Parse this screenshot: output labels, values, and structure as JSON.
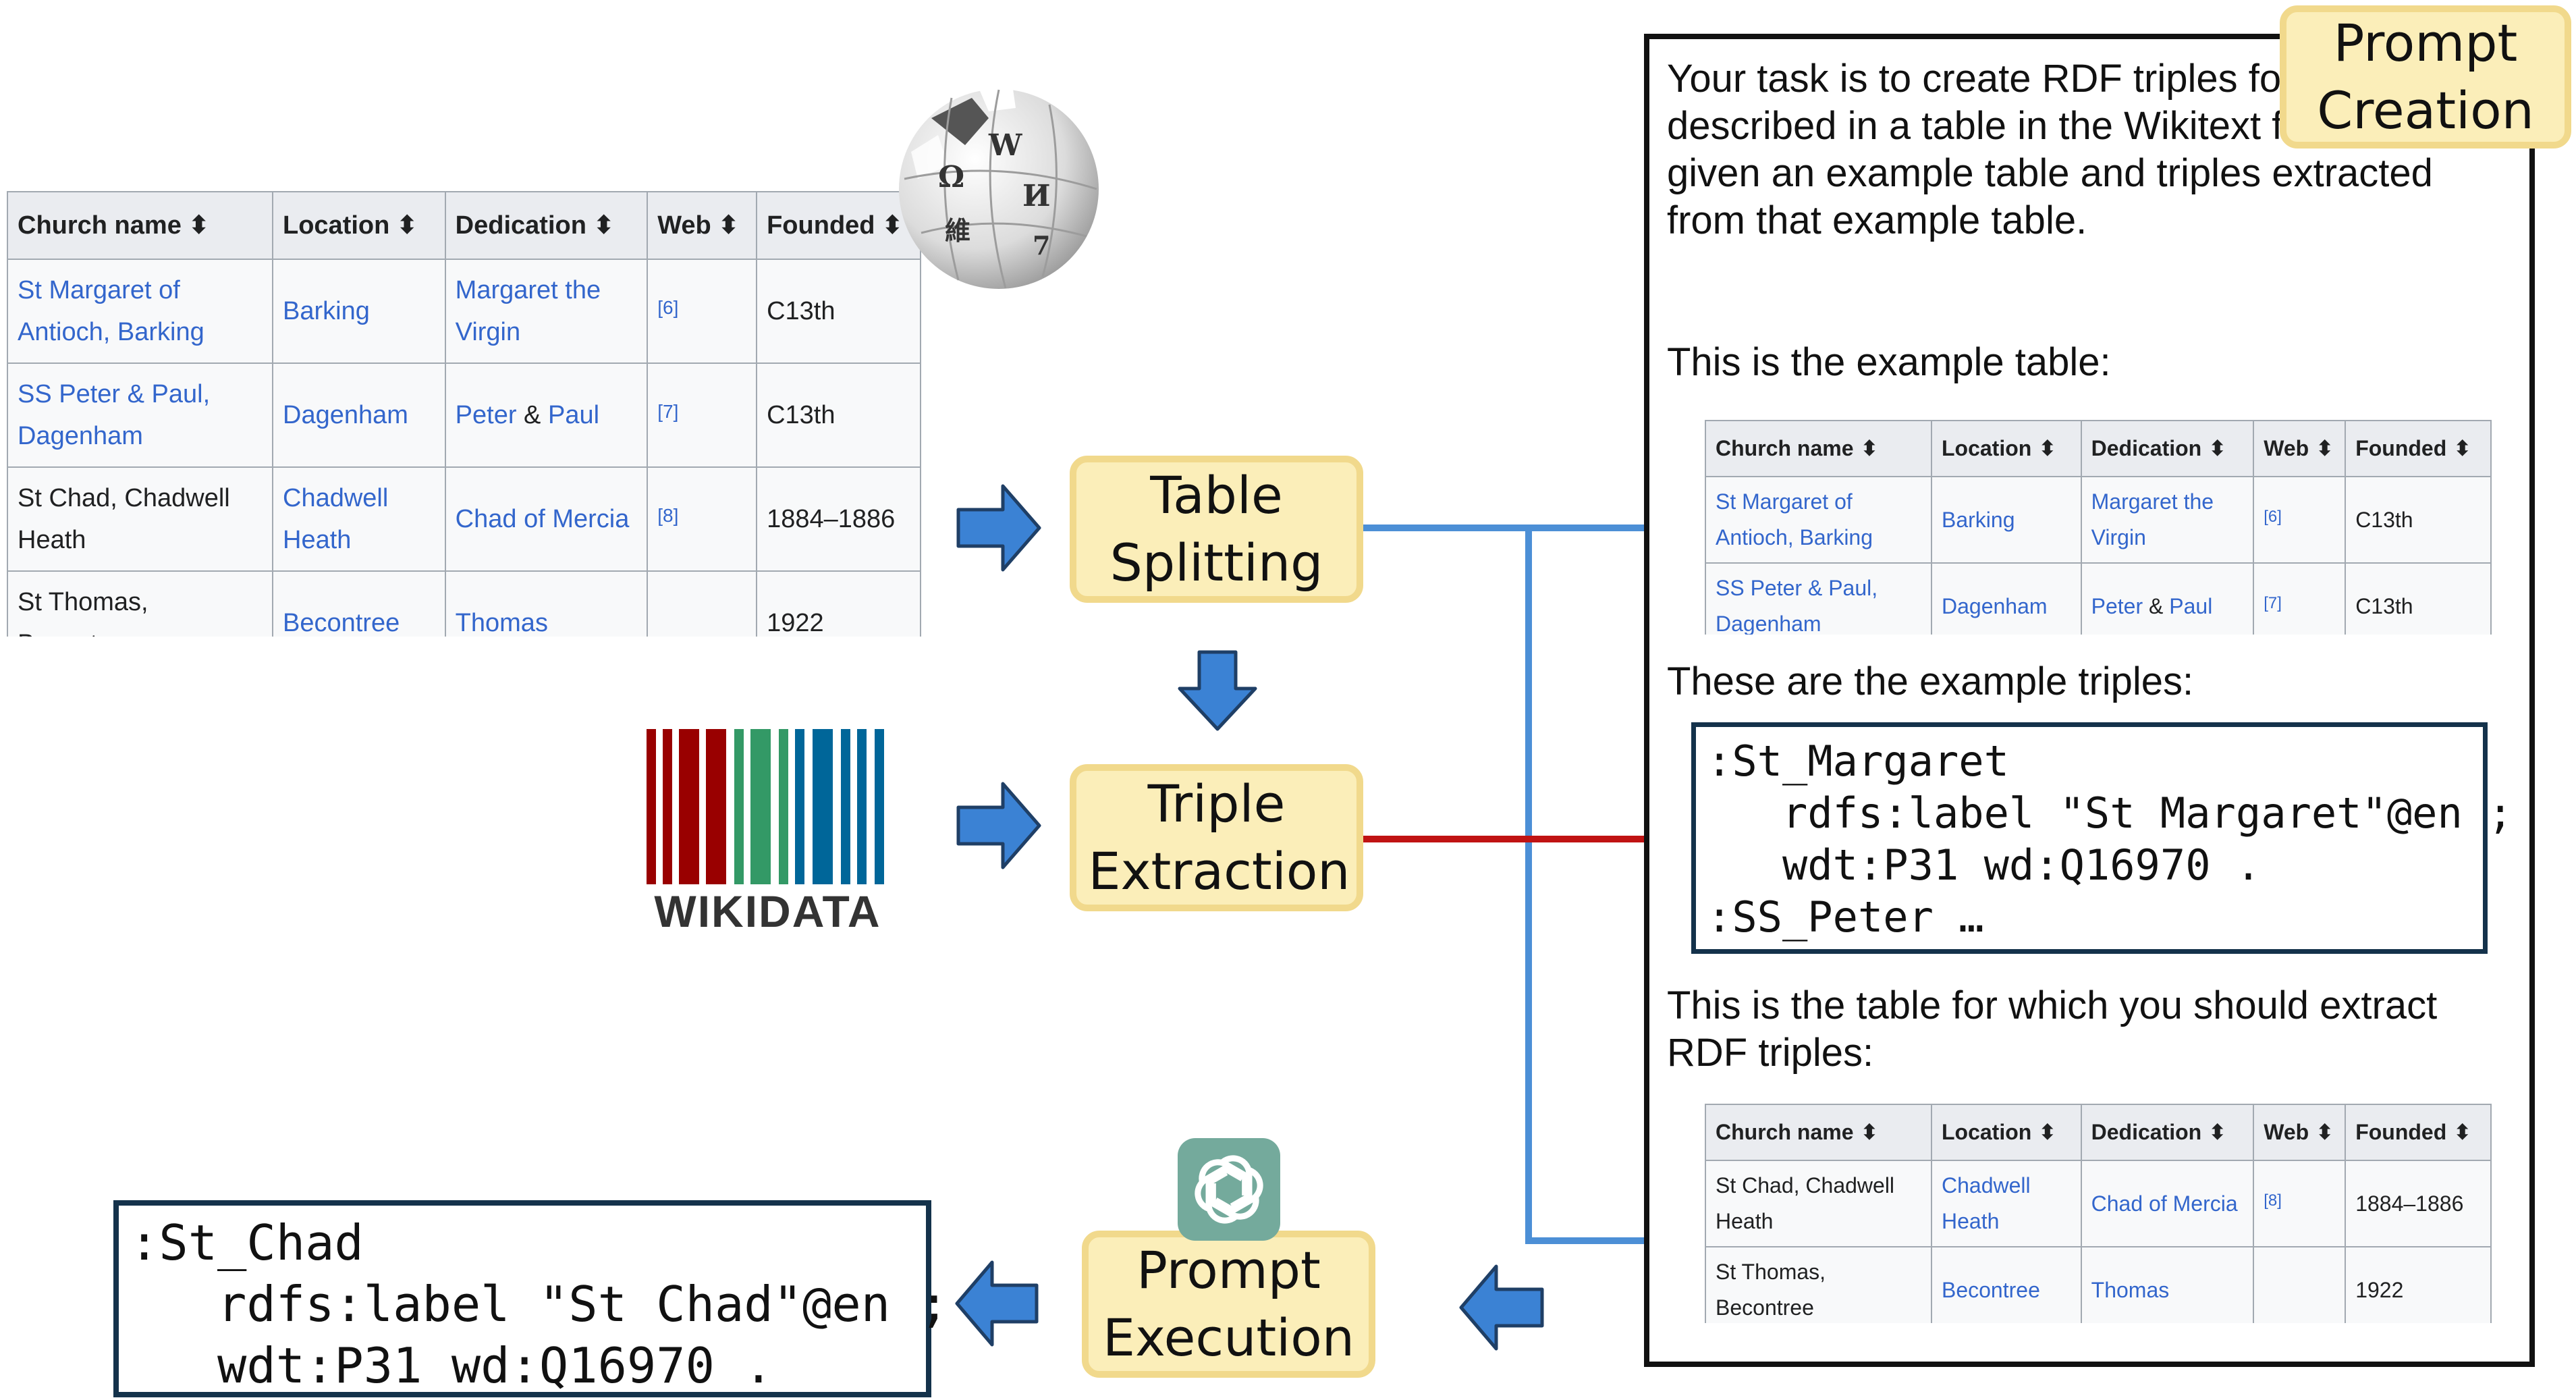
{
  "top_table": {
    "headers": [
      "Church name",
      "Location",
      "Dedication",
      "Web",
      "Founded"
    ],
    "rows": [
      {
        "church": "St Margaret of Antioch, Barking",
        "location": "Barking",
        "ded1": "Margaret the Virgin",
        "amp": "",
        "ded2": "",
        "web": "[6]",
        "founded": "C13th"
      },
      {
        "church": "SS Peter & Paul, Dagenham",
        "location": "Dagenham",
        "ded1": "Peter",
        "amp": " & ",
        "ded2": "Paul",
        "web": "[7]",
        "founded": "C13th"
      },
      {
        "church": "St Chad, Chadwell Heath",
        "location": "Chadwell Heath",
        "ded1": "Chad of Mercia",
        "amp": "",
        "ded2": "",
        "web": "[8]",
        "founded": "1884–1886"
      },
      {
        "church": "St Thomas, Becontree",
        "location": "Becontree",
        "ded1": "Thomas",
        "amp": "",
        "ded2": "",
        "web": "",
        "founded": "1922"
      }
    ]
  },
  "wikipedia_logo": {
    "glyphs": [
      "Ω",
      "W",
      "И",
      "維",
      "7"
    ]
  },
  "wikidata_logo": {
    "wordmark": "WIKIDATA",
    "colors": [
      "#990000",
      "#339966",
      "#006699"
    ]
  },
  "table_splitting": {
    "label": "Table Splitting"
  },
  "triple_extraction": {
    "label": "Triple Extraction"
  },
  "prompt_execution": {
    "label": "Prompt Execution"
  },
  "prompt_creation": {
    "label": "Prompt Creation"
  },
  "prompt": {
    "intro": "Your task is to create RDF triples for entities described in a table in the Wikitext format, given an example table and triples extracted from that example table.",
    "example_table_heading": "This is the example table:",
    "example_table_rows": [
      {
        "church": "St Margaret of Antioch, Barking",
        "location": "Barking",
        "ded1": "Margaret the Virgin",
        "amp": "",
        "ded2": "",
        "web": "[6]",
        "founded": "C13th"
      },
      {
        "church": "SS Peter & Paul, Dagenham",
        "location": "Dagenham",
        "ded1": "Peter",
        "amp": " & ",
        "ded2": "Paul",
        "web": "[7]",
        "founded": "C13th"
      }
    ],
    "example_triples_heading": "These are the example triples:",
    "example_triples": [
      ":St_Margaret",
      "   rdfs:label \"St Margaret\"@en ;",
      "   wdt:P31 wd:Q16970 .",
      ":SS_Peter …"
    ],
    "target_table_heading": "This is the table for which you should extract RDF triples:",
    "target_table_rows": [
      {
        "church": "St Chad, Chadwell Heath",
        "location": "Chadwell Heath",
        "ded1": "Chad of Mercia",
        "amp": "",
        "ded2": "",
        "web": "[8]",
        "founded": "1884–1886"
      },
      {
        "church": "St Thomas, Becontree",
        "location": "Becontree",
        "ded1": "Thomas",
        "amp": "",
        "ded2": "",
        "web": "",
        "founded": "1922"
      }
    ]
  },
  "output_triples": [
    ":St_Chad",
    "   rdfs:label \"St Chad\"@en ;",
    "   wdt:P31 wd:Q16970 ."
  ],
  "colors": {
    "link": "#3366cc",
    "box_fill": "#fbeeb9",
    "box_border": "#f1d98c",
    "arrow_blue": "#4c8fd6",
    "line_red": "#c01313",
    "code_border": "#14324b",
    "openai_green": "#74aa9c"
  }
}
